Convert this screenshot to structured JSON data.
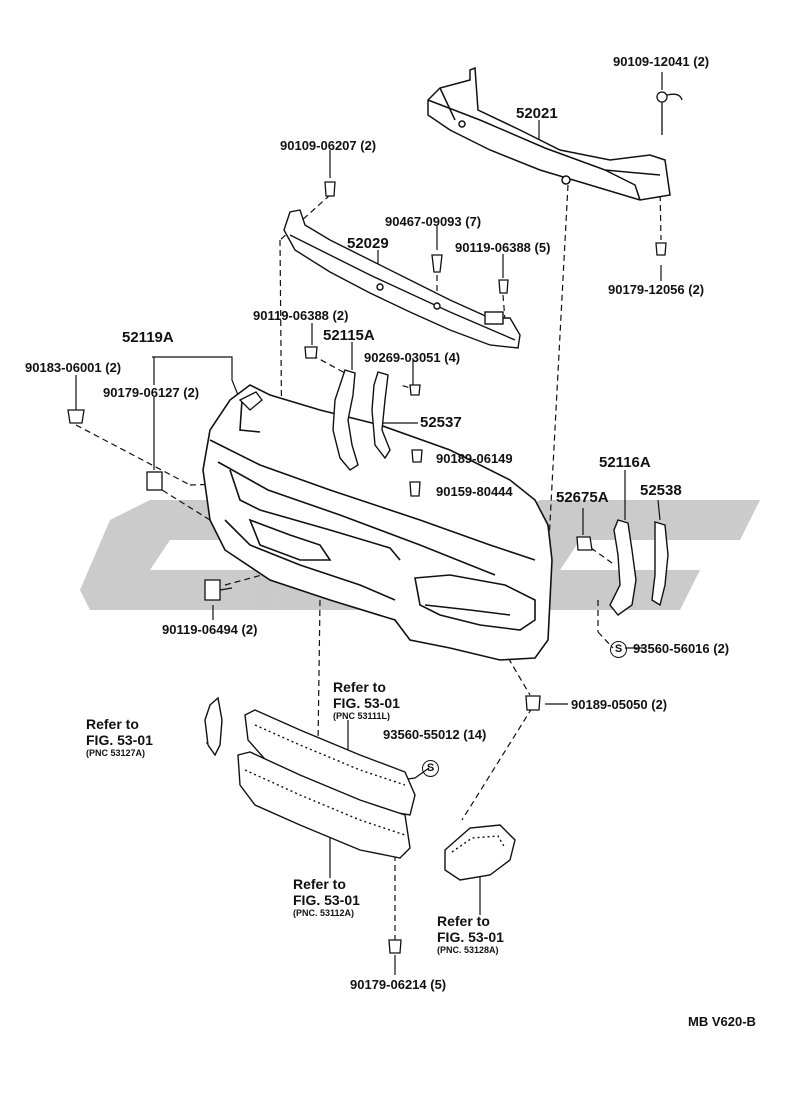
{
  "watermark": {
    "text": "CSG",
    "color": "#c8c8c8"
  },
  "parts": {
    "p_90109_12041": "90109-12041 (2)",
    "p_52021": "52021",
    "p_90109_06207": "90109-06207 (2)",
    "p_90467_09093": "90467-09093 (7)",
    "p_52029": "52029",
    "p_90119_06388_5": "90119-06388 (5)",
    "p_90179_12056": "90179-12056 (2)",
    "p_52119A": "52119A",
    "p_90119_06388_2": "90119-06388 (2)",
    "p_52115A": "52115A",
    "p_90183_06001": "90183-06001 (2)",
    "p_90269_03051": "90269-03051 (4)",
    "p_90179_06127": "90179-06127 (2)",
    "p_52537": "52537",
    "p_90189_06149": "90189-06149",
    "p_52116A": "52116A",
    "p_90159_80444": "90159-80444",
    "p_52675A": "52675A",
    "p_52538": "52538",
    "p_90119_06494": "90119-06494 (2)",
    "p_93560_56016": "93560-56016 (2)",
    "p_90189_05050": "90189-05050 (2)",
    "p_93560_55012": "93560-55012 (14)",
    "p_90179_06214": "90179-06214 (5)"
  },
  "symbol": "S",
  "refs": {
    "r1": {
      "l1": "Refer to",
      "l2": "FIG. 53-01",
      "l3": "(PNC 53111L)"
    },
    "r2": {
      "l1": "Refer to",
      "l2": "FIG. 53-01",
      "l3": "(PNC 53127A)"
    },
    "r3": {
      "l1": "Refer to",
      "l2": "FIG. 53-01",
      "l3": "(PNC. 53112A)"
    },
    "r4": {
      "l1": "Refer to",
      "l2": "FIG. 53-01",
      "l3": "(PNC. 53128A)"
    }
  },
  "figure_code": "MB V620-B"
}
